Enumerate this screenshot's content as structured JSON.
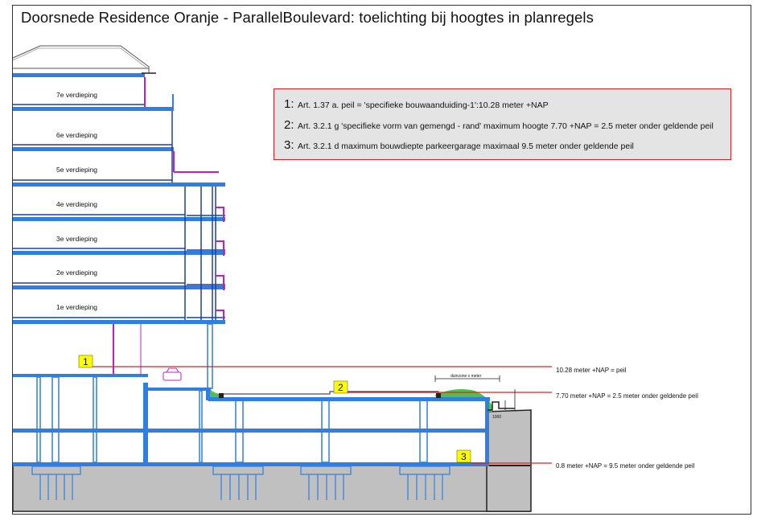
{
  "title": "Doorsnede Residence Oranje - ParallelBoulevard: toelichting bij hoogtes in planregels",
  "legend": [
    {
      "num": "1:",
      "text": "Art. 1.37 a. peil = 'specifieke bouwaanduiding-1':10.28 meter +NAP"
    },
    {
      "num": "2:",
      "text": "Art. 3.2.1 g 'specifieke vorm van gemengd - rand' maximum hoogte 7.70 +NAP = 2.5 meter onder geldende peil"
    },
    {
      "num": "3:",
      "text": "Art. 3.2.1 d maximum bouwdiepte parkeergarage maximaal 9.5 meter onder geldende peil"
    }
  ],
  "floors": [
    "7e verdieping",
    "6e verdieping",
    "5e verdieping",
    "4e verdieping",
    "3e verdieping",
    "2e verdieping",
    "1e verdieping"
  ],
  "markers": [
    "1",
    "2",
    "3"
  ],
  "level_labels": [
    "10.28 meter +NAP = peil",
    "7.70 meter +NAP = 2.5 meter onder geldende peil",
    "0.8 meter +NAP = 9.5 meter onder geldende peil"
  ],
  "dune_label": "duinzone x meter",
  "dim_label": "1000",
  "colors": {
    "structure": "#2f7fe0",
    "floor_line": "#1f3f9f",
    "accent": "#c020c0",
    "level_line": "#e02020",
    "ground": "#c0c0c0",
    "green_roof": "#4fbf4f",
    "marker": "#ffff00",
    "legend_bg": "#e4e4e4"
  }
}
